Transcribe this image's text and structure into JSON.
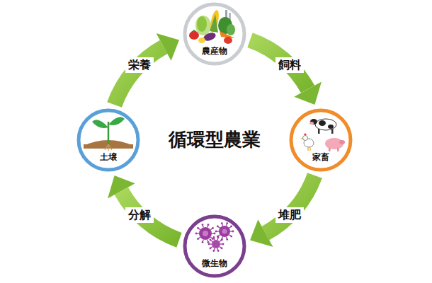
{
  "diagram": {
    "title": "循環型農業",
    "nodes": [
      {
        "text": [
          "農産物"
        ]
      },
      {
        "text": [
          "家畜"
        ]
      },
      {
        "text": [
          "微生物"
        ]
      },
      {
        "text": [
          "土壌"
        ]
      }
    ],
    "edges": [
      {
        "from": 0,
        "to": 1,
        "label": "飼料",
        "arrow": "to"
      },
      {
        "from": 1,
        "to": 2,
        "label": "堆肥",
        "arrow": "to"
      },
      {
        "from": 2,
        "to": 3,
        "label": "分解",
        "arrow": "to"
      },
      {
        "from": 3,
        "to": 0,
        "label": "栄養",
        "arrow": "to"
      }
    ]
  }
}
